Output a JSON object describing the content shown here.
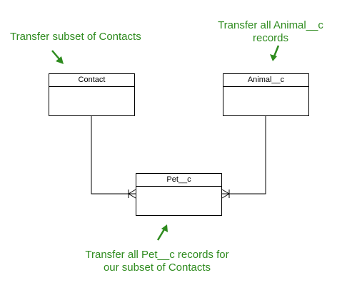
{
  "entities": {
    "contact": {
      "label": "Contact"
    },
    "animal": {
      "label": "Animal__c"
    },
    "pet": {
      "label": "Pet__c"
    }
  },
  "annotations": {
    "contacts": {
      "lines": [
        "Transfer subset of Contacts"
      ]
    },
    "animal": {
      "lines": [
        "Transfer all Animal__c",
        "records"
      ]
    },
    "pet": {
      "lines": [
        "Transfer all Pet__c records for",
        "our subset of Contacts"
      ]
    }
  },
  "colors": {
    "annotation": "#2e8b1e",
    "line": "#000000"
  }
}
